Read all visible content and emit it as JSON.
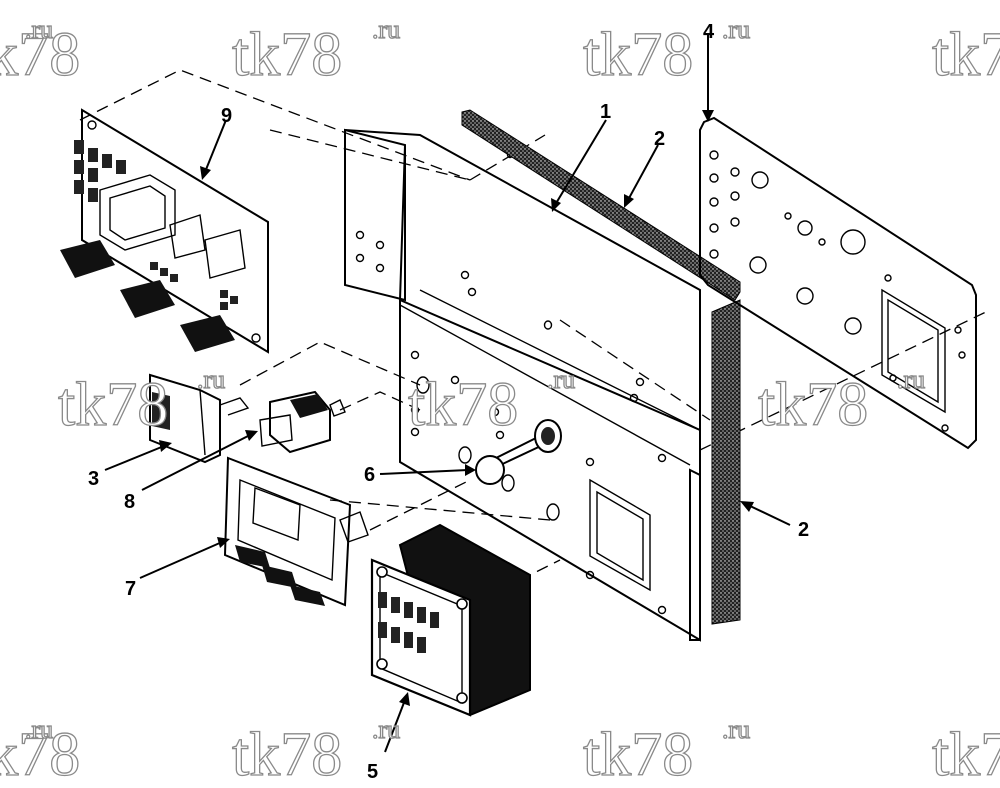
{
  "watermark": {
    "main": "tk78",
    "sup": ".ru"
  },
  "callouts": {
    "c1": "1",
    "c2a": "2",
    "c2b": "2",
    "c3": "3",
    "c4": "4",
    "c5": "5",
    "c6": "6",
    "c7": "7",
    "c8": "8",
    "c9": "9"
  },
  "colors": {
    "ink": "#000000",
    "paper": "#ffffff",
    "watermark": "#8a8a8a"
  }
}
